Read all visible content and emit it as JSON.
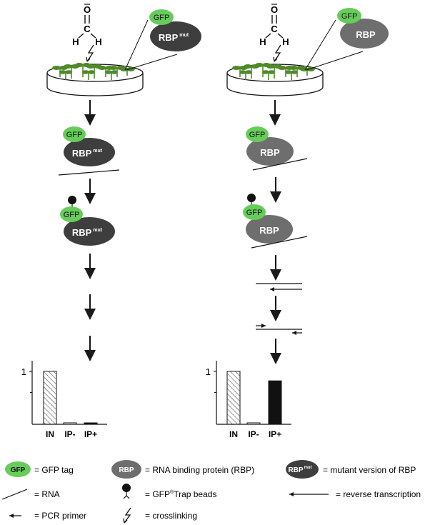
{
  "molecule": {
    "oxygen": "O",
    "carbon": "C",
    "hydrogen": "H"
  },
  "proteins": {
    "gfp": "GFP",
    "rbp": "RBP",
    "rbp_mut_base": "RBP",
    "rbp_mut_sup": "mut"
  },
  "charts": {
    "y_tick_label": "1",
    "categories": [
      "IN",
      "IP-",
      "IP+"
    ]
  },
  "chart_data": [
    {
      "type": "bar",
      "categories": [
        "IN",
        "IP-",
        "IP+"
      ],
      "values": [
        1.0,
        0.02,
        0.02
      ],
      "ylim": [
        0,
        1.2
      ],
      "yticks": [
        1
      ],
      "bar_styles": [
        "hatched",
        "white",
        "black"
      ]
    },
    {
      "type": "bar",
      "categories": [
        "IN",
        "IP-",
        "IP+"
      ],
      "values": [
        1.0,
        0.02,
        0.82
      ],
      "ylim": [
        0,
        1.2
      ],
      "yticks": [
        1
      ],
      "bar_styles": [
        "hatched",
        "white",
        "black"
      ]
    }
  ],
  "legend": {
    "gfp_tag": "= GFP tag",
    "rbp": "= RNA binding protein (RBP)",
    "rbp_mut": "= mutant version of RBP",
    "rna": "= RNA",
    "beads_prefix": "= GFP",
    "beads_reg": "®",
    "beads_suffix": "Trap beads",
    "rt": "= reverse transcription",
    "pcr": "= PCR primer",
    "crosslink": "= crosslinking"
  },
  "colors": {
    "gfp_green": "#66cc5a",
    "rbp_gray": "#6e6e6e",
    "rbp_mut_dark": "#3e3e3e",
    "plant_green": "#4f8a2a",
    "ink": "#1a1a1a"
  }
}
